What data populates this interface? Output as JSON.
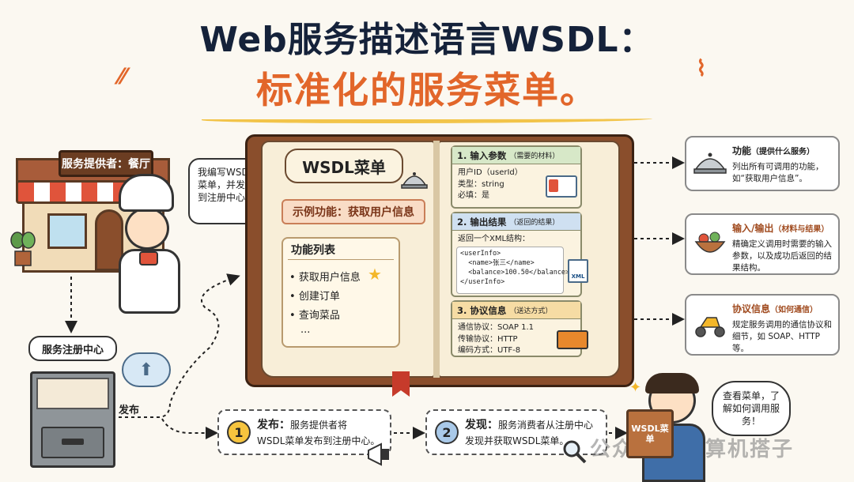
{
  "title": {
    "line1": "Web服务描述语言WSDL：",
    "line2": "标准化的服务菜单。"
  },
  "provider": {
    "sign": "服务提供者：餐厅",
    "speech": "我编写WSDL菜单，并发布到注册中心！"
  },
  "registry": {
    "label": "服务注册中心",
    "publish_label": "发布"
  },
  "book": {
    "title": "WSDL菜单",
    "example": "示例功能：获取用户信息",
    "function_list": {
      "title": "功能列表",
      "items": [
        "获取用户信息",
        "创建订单",
        "查询菜品",
        "..."
      ]
    },
    "input": {
      "heading": "1. 输入参数",
      "note": "（需要的材料）",
      "lines": [
        "用户ID（userId）",
        "类型：string",
        "必填：是"
      ]
    },
    "output": {
      "heading": "2. 输出结果",
      "note": "（返回的结果）",
      "intro": "返回一个XML结构：",
      "code": "<userInfo>\n  <name>张三</name>\n  <balance>100.50</balance>\n</userInfo>",
      "xml_badge": "XML"
    },
    "protocol": {
      "heading": "3. 协议信息",
      "note": "（送达方式）",
      "lines": [
        "通信协议：SOAP 1.1",
        "传输协议：HTTP",
        "编码方式：UTF-8"
      ]
    }
  },
  "callouts": [
    {
      "title": "功能",
      "note": "（提供什么服务）",
      "text": "列出所有可调用的功能，如“获取用户信息”。",
      "icon": "cloche-icon"
    },
    {
      "title": "输入/输出",
      "note": "（材料与结果）",
      "text": "精确定义调用时需要的输入参数，以及成功后返回的结果结构。",
      "icon": "bowl-icon"
    },
    {
      "title": "协议信息",
      "note": "（如何通信）",
      "text": "规定服务调用的通信协议和细节，如 SOAP、HTTP 等。",
      "icon": "scooter-icon"
    }
  ],
  "steps": [
    {
      "num": "1",
      "label": "发布：",
      "text1": "服务提供者将",
      "text2": "WSDL菜单发布到注册中心。"
    },
    {
      "num": "2",
      "label": "发现：",
      "text1": "服务消费者从注册中心",
      "text2": "发现并获取WSDL菜单。"
    }
  ],
  "consumer": {
    "speech": "查看菜单，了解如何调用服务！",
    "book_label": "WSDL菜单"
  },
  "watermark": "公众号 · 计算机搭子",
  "colors": {
    "title_dark": "#15223a",
    "title_orange": "#e2662a",
    "book_brown": "#8a4e2c",
    "input_green": "#d7e8c8",
    "output_blue": "#cfe0f1",
    "protocol_yellow": "#f6dca4"
  }
}
